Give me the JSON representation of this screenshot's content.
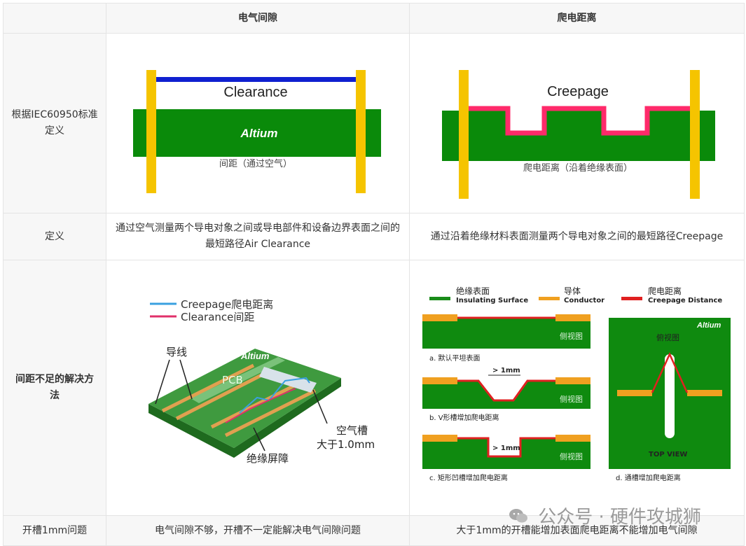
{
  "table": {
    "headers": [
      "",
      "电气间隙",
      "爬电距离"
    ],
    "rows": [
      {
        "label": "根据IEC60950标准定义",
        "c1": "",
        "c2": ""
      },
      {
        "label": "定义",
        "c1": "通过空气测量两个导电对象之间或导电部件和设备边界表面之间的最短路径Air Clearance",
        "c2": "通过沿着绝缘材料表面测量两个导电对象之间的最短路径Creepage"
      },
      {
        "label": "间距不足的解决方法",
        "c1": "",
        "c2": ""
      },
      {
        "label": "开槽1mm问题",
        "c1": "电气间隙不够，开槽不一定能解决电气间隙问题",
        "c2": "大于1mm的开槽能增加表面爬电距离不能增加电气间隙"
      }
    ]
  },
  "fig_clearance": {
    "title": "Clearance",
    "brand": "Altium",
    "caption": "间距（通过空气）"
  },
  "fig_creepage": {
    "title": "Creepage",
    "caption": "爬电距离（沿着绝缘表面）"
  },
  "fig_pcb": {
    "legend_creepage": "Creepage爬电距离",
    "legend_clearance": "Clearance间距",
    "brand": "Altium",
    "board_label": "PCB",
    "wire_label": "导线",
    "slot_label_1": "空气槽",
    "slot_label_2": "大于1.0mm",
    "barrier_label": "绝缘屏障"
  },
  "fig_methods": {
    "legend": [
      {
        "cn": "绝缘表面",
        "en": "Insulating Surface",
        "color": "#1a8c1a"
      },
      {
        "cn": "导体",
        "en": "Conductor",
        "color": "#f0a020"
      },
      {
        "cn": "爬电距离",
        "en": "Creepage Distance",
        "color": "#e02020"
      }
    ],
    "side_view": "侧视图",
    "top_view_cn": "俯视图",
    "top_view_en": "TOP VIEW",
    "brand": "Altium",
    "gap_label": "> 1mm",
    "cap_a": "a.  默认平坦表面",
    "cap_b": "b.  V形槽增加爬电距离",
    "cap_c": "c.  矩形凹槽增加爬电距离",
    "cap_d": "d.  通槽增加爬电距离"
  },
  "watermark": "公众号 · 硬件攻城狮"
}
